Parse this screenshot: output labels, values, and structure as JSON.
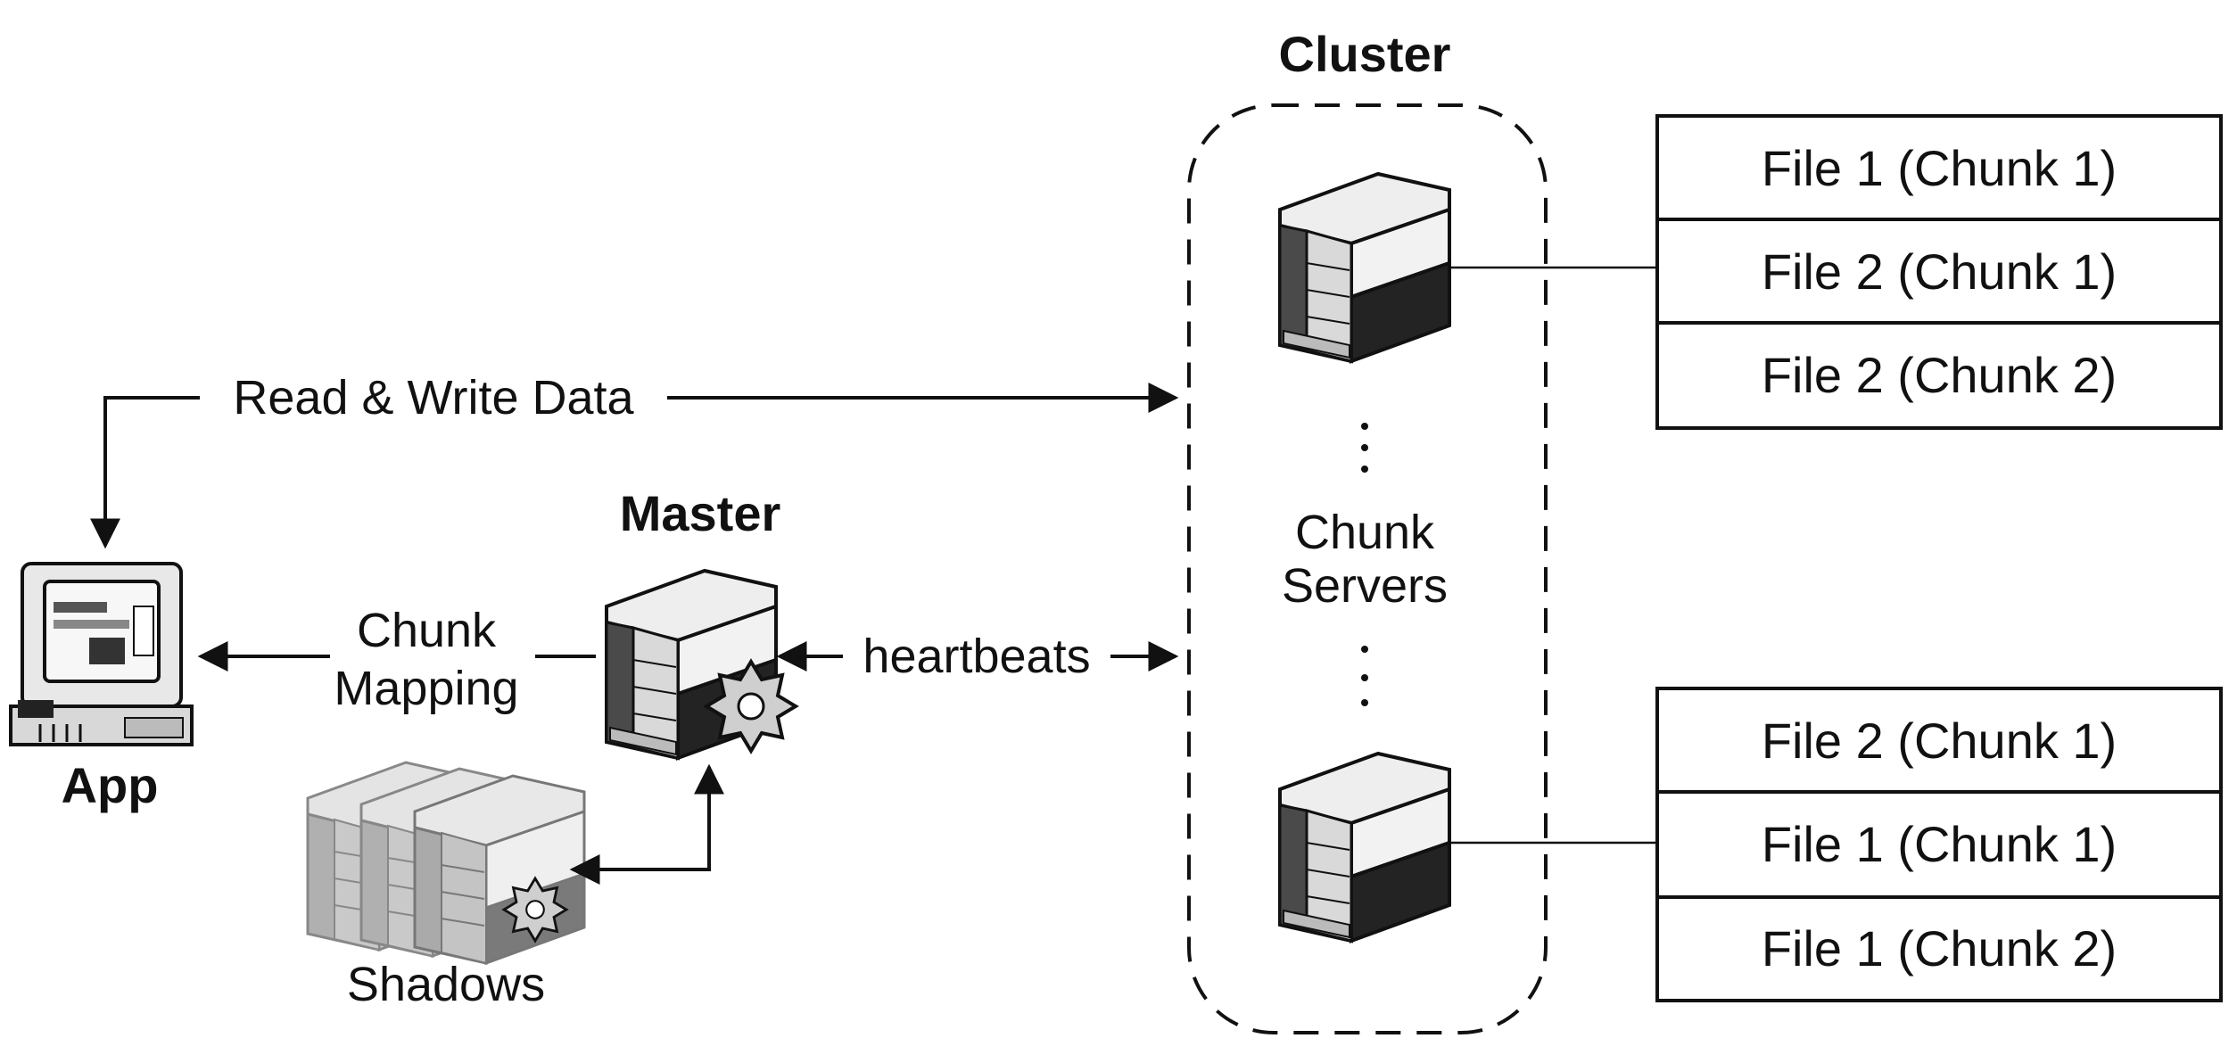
{
  "labels": {
    "cluster": "Cluster",
    "master": "Master",
    "app": "App",
    "shadows": "Shadows",
    "read_write": "Read & Write Data",
    "chunk_mapping_line1": "Chunk",
    "chunk_mapping_line2": "Mapping",
    "heartbeats": "heartbeats",
    "chunk_servers_line1": "Chunk",
    "chunk_servers_line2": "Servers"
  },
  "chunk_tables": {
    "top": [
      "File 1 (Chunk 1)",
      "File 2 (Chunk 1)",
      "File 2 (Chunk 2)"
    ],
    "bottom": [
      "File 2 (Chunk 1)",
      "File 1 (Chunk 1)",
      "File 1 (Chunk 2)"
    ]
  },
  "icons": {
    "app": "computer-icon",
    "master": "server-icon",
    "master_badge": "gear-icon",
    "shadows": "server-stack-icon",
    "chunk_server": "server-icon",
    "ellipsis": "vertical-ellipsis-icon"
  },
  "colors": {
    "ink": "#111111",
    "background": "#ffffff"
  }
}
